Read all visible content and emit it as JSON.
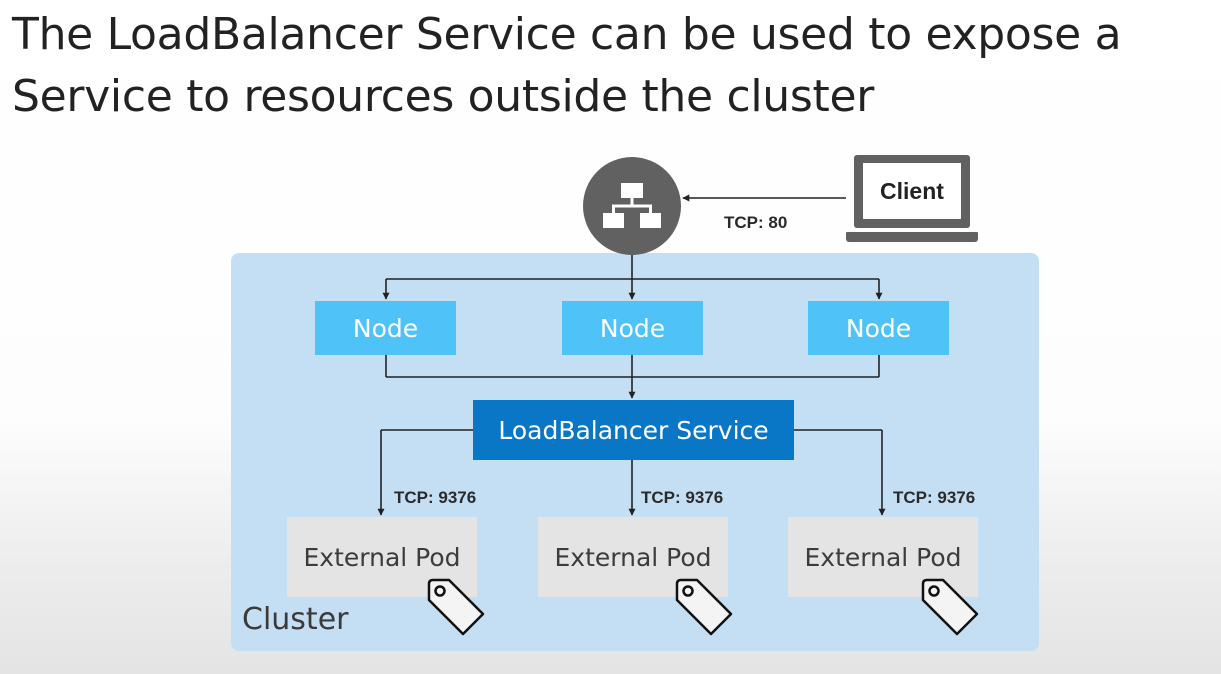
{
  "title": "The LoadBalancer Service can be used to expose a Service to resources outside the cluster",
  "client": {
    "label": "Client"
  },
  "client_port": "TCP: 80",
  "nodes": [
    {
      "label": "Node"
    },
    {
      "label": "Node"
    },
    {
      "label": "Node"
    }
  ],
  "service": {
    "label": "LoadBalancer Service"
  },
  "pods": [
    {
      "label": "External Pod",
      "port": "TCP: 9376"
    },
    {
      "label": "External Pod",
      "port": "TCP: 9376"
    },
    {
      "label": "External Pod",
      "port": "TCP: 9376"
    }
  ],
  "cluster": {
    "label": "Cluster"
  },
  "icons": {
    "load_balancer": "load-balancer-icon",
    "client": "laptop-icon",
    "pod_label": "tag-icon"
  },
  "colors": {
    "node": "#4fc3f7",
    "service": "#0a76c6",
    "cluster": "#c4dff4",
    "pod": "#e4e4e4",
    "icon_dark": "#616161"
  }
}
